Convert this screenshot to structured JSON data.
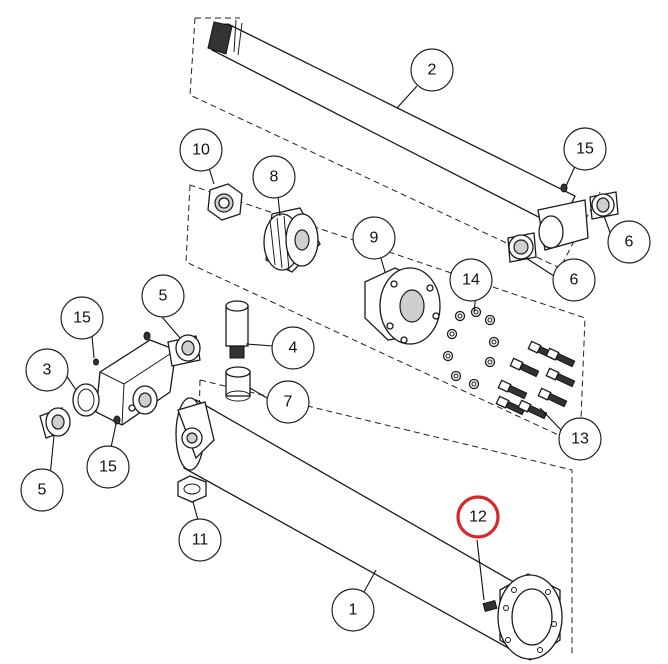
{
  "diagram": {
    "accent_color": "#d9262a",
    "callouts": [
      {
        "id": "c2",
        "label": "2"
      },
      {
        "id": "c10",
        "label": "10"
      },
      {
        "id": "c8",
        "label": "8"
      },
      {
        "id": "c15a",
        "label": "15"
      },
      {
        "id": "c9",
        "label": "9"
      },
      {
        "id": "c6a",
        "label": "6"
      },
      {
        "id": "c6b",
        "label": "6"
      },
      {
        "id": "c14",
        "label": "14"
      },
      {
        "id": "c5a",
        "label": "5"
      },
      {
        "id": "c15b",
        "label": "15"
      },
      {
        "id": "c4",
        "label": "4"
      },
      {
        "id": "c3",
        "label": "3"
      },
      {
        "id": "c7",
        "label": "7"
      },
      {
        "id": "c13",
        "label": "13"
      },
      {
        "id": "c15c",
        "label": "15"
      },
      {
        "id": "c5b",
        "label": "5"
      },
      {
        "id": "c11",
        "label": "11"
      },
      {
        "id": "c12",
        "label": "12",
        "highlighted": true
      },
      {
        "id": "c1",
        "label": "1"
      }
    ]
  }
}
